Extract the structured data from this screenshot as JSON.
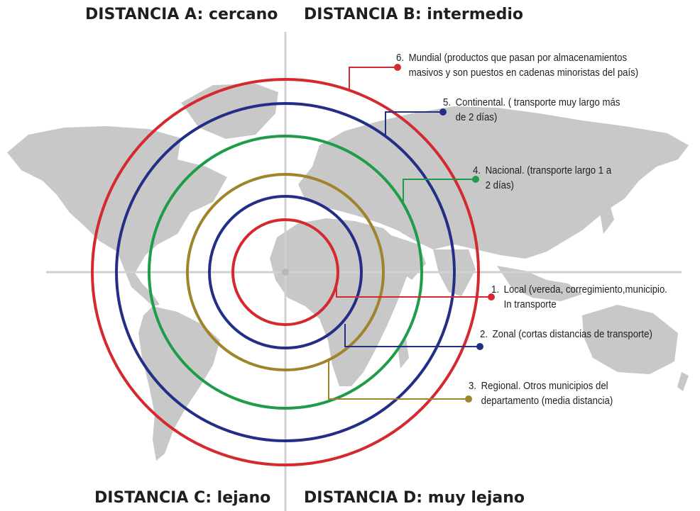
{
  "quadrants": {
    "a": "DISTANCIA A: cercano",
    "b": "DISTANCIA B: intermedio",
    "c": "DISTANCIA C: lejano",
    "d": "DISTANCIA D: muy lejano"
  },
  "levels": [
    {
      "num": "1.",
      "line1": "Local (vereda, corregimiento,municipio.",
      "line2": "In transporte",
      "color": "#d42a2f"
    },
    {
      "num": "2.",
      "line1": "Zonal (cortas distancias de transporte)",
      "line2": "",
      "color": "#232f86"
    },
    {
      "num": "3.",
      "line1": "Regional. Otros municipios del",
      "line2": "departamento (media distancia)",
      "color": "#a0842b"
    },
    {
      "num": "4.",
      "line1": "Nacional. (transporte largo 1 a",
      "line2": "2 días)",
      "color": "#1f9c48"
    },
    {
      "num": "5.",
      "line1": "Continental. ( transporte muy largo más",
      "line2": "de 2 días)",
      "color": "#232f86"
    },
    {
      "num": "6.",
      "line1": "Mundial (productos que pasan por almacenamientos",
      "line2": "masivos y son puestos en cadenas minoristas del país)",
      "color": "#d42a2f"
    }
  ],
  "colors": {
    "map": "#c8c8c8",
    "axes": "#d0d0d0"
  }
}
